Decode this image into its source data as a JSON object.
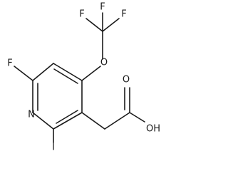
{
  "molecule": {
    "atoms": {
      "fluorine_top_left": "F",
      "fluorine_top_middle": "F",
      "fluorine_top_right": "F",
      "ether_oxygen": "O",
      "ring_fluorine": "F",
      "ring_nitrogen": "N",
      "iodine": "I",
      "carbonyl_oxygen": "O",
      "hydroxyl": "OH"
    },
    "bond_color": "#1a1a1a",
    "background": "#ffffff"
  }
}
